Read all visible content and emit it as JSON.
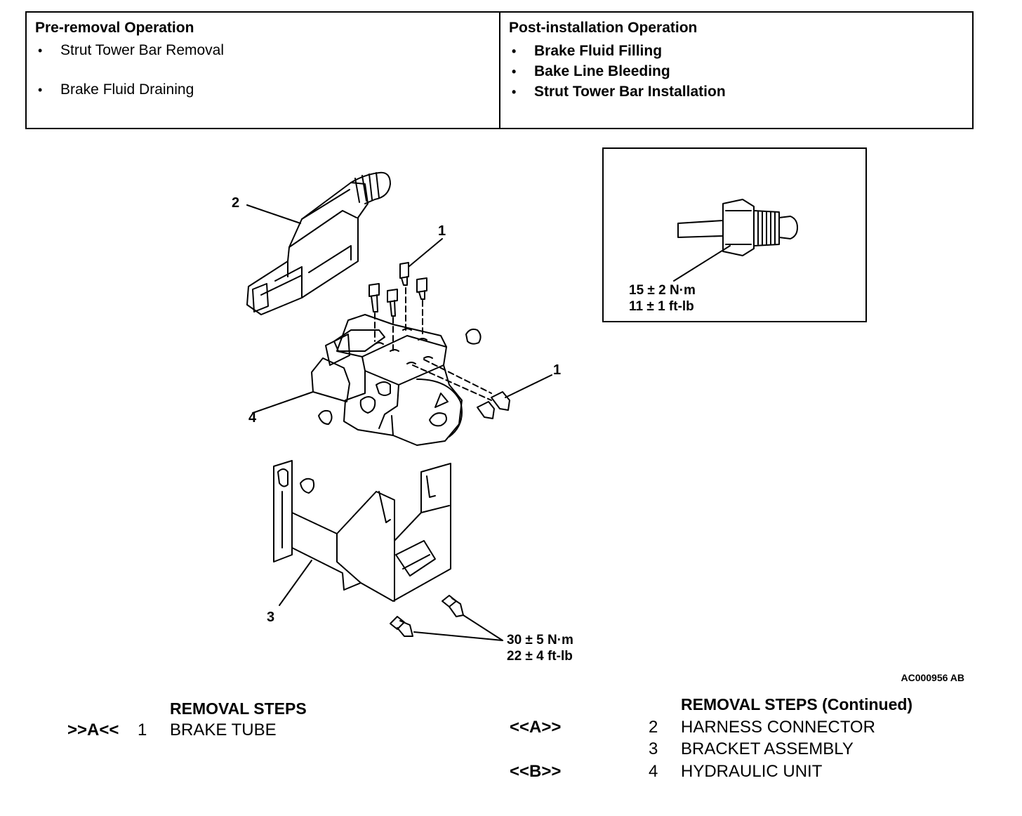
{
  "pre_removal": {
    "title": "Pre-removal Operation",
    "items": [
      "Strut Tower Bar Removal",
      "Brake Fluid Draining"
    ]
  },
  "post_installation": {
    "title": "Post-installation Operation",
    "items": [
      "Brake Fluid Filling",
      "Bake Line Bleeding",
      "Strut Tower Bar Installation"
    ]
  },
  "bullet": "•",
  "detail_torque": {
    "line1": "15 ± 2 N·m",
    "line2": "11 ± 1 ft-lb"
  },
  "bracket_torque": {
    "line1": "30 ± 5 N·m",
    "line2": "22 ± 4 ft-lb"
  },
  "callouts": {
    "c1a": "1",
    "c1b": "1",
    "c2": "2",
    "c3": "3",
    "c4": "4"
  },
  "figure_code": "AC000956 AB",
  "removal_steps": {
    "title": "REMOVAL STEPS",
    "steps": [
      {
        "ref": ">>A<<",
        "num": "1",
        "name": "BRAKE TUBE"
      }
    ]
  },
  "removal_steps_continued": {
    "title": "REMOVAL STEPS (Continued)",
    "steps": [
      {
        "ref": "<<A>>",
        "num": "2",
        "name": "HARNESS CONNECTOR"
      },
      {
        "ref": "",
        "num": "3",
        "name": "BRACKET ASSEMBLY"
      },
      {
        "ref": "<<B>>",
        "num": "4",
        "name": "HYDRAULIC UNIT"
      }
    ]
  }
}
